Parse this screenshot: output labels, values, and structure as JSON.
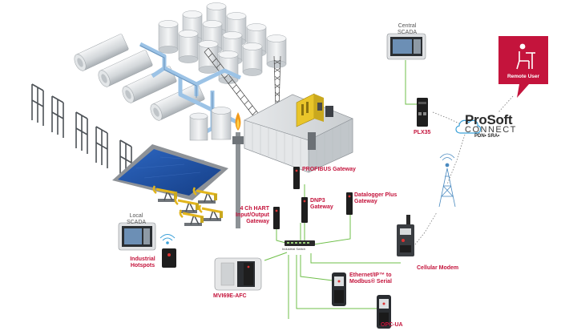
{
  "labels": {
    "central_scada": [
      "Central",
      "SCADA"
    ],
    "local_scada": [
      "Local",
      "SCADA"
    ],
    "plx35": "PLX35",
    "remote_user": "Remote User",
    "prosoft_name": "ProSoft",
    "prosoft_connect": "CONNECT",
    "prosoft_sub": "PDN• SRA•",
    "profibus": "PROFIBUS Gateway",
    "dnp3": [
      "DNP3",
      "Gateway"
    ],
    "datalogger": [
      "Datalogger Plus",
      "Gateway"
    ],
    "hart": [
      "4 Ch HART",
      "Input/Output",
      "Gateway"
    ],
    "industrial_hotspots": [
      "Industrial",
      "Hotspots"
    ],
    "industrial_switch": "Industrial Switch",
    "cellular_modem": "Cellular Modem",
    "ethernet_ip": [
      "Ethernet/IP™ to",
      "Modbus® Serial"
    ],
    "mvi69e": "MVI69E-AFC",
    "opc_ua": "OPC-UA"
  },
  "colors": {
    "label_red": "#c4143c",
    "link_green": "#6fbf4a",
    "cloud_blue": "#3aa0d8",
    "pipe_blue": "#9cc3e6",
    "pool_blue": "#1c4e9c",
    "device_dark": "#1e1e1e"
  },
  "icons": [
    "cloud-icon",
    "remote-user-icon",
    "wifi-icon",
    "cell-tower-icon",
    "flare-icon"
  ]
}
